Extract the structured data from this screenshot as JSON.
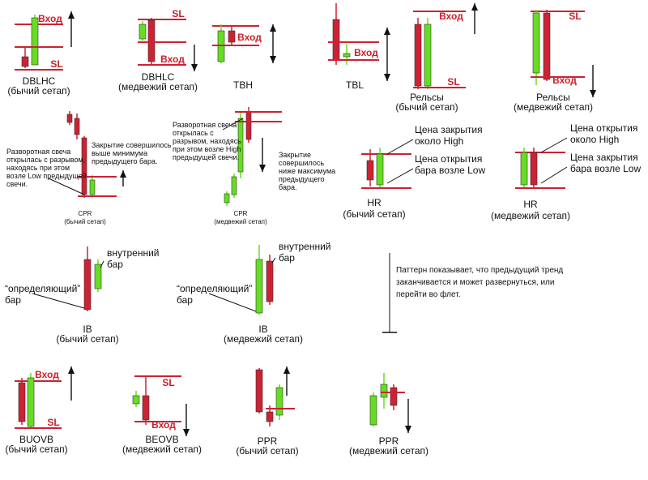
{
  "colors": {
    "bull": "#66dd22",
    "bear": "#cc2233",
    "line": "#cc2233",
    "text": "#111111"
  },
  "labels": {
    "vhod": "Вход",
    "sl": "SL",
    "dblhc_name": "DBLHC",
    "dblhc_setup": "(бычий сетап)",
    "dbhlc_name": "DBHLC",
    "dbhlc_setup": "(медвежий сетап)",
    "tbh_name": "TBH",
    "tbl_name": "TBL",
    "rails_bull_name": "Рельсы",
    "rails_bull_setup": "(бычий сетап)",
    "rails_bear_name": "Рельсы",
    "rails_bear_setup": "(медвежий сетап)",
    "cpr_bull_name": "CPR",
    "cpr_bull_setup": "(бычий сетап)",
    "cpr_bull_note1": [
      "Разворотная свеча",
      "открылась с разрывом,",
      "находясь при этом",
      "возле Low предыдущей",
      "свечи."
    ],
    "cpr_bull_note2": [
      "Закрытие совершилось",
      "выше минимума",
      "предыдущего бара."
    ],
    "cpr_bear_name": "CPR",
    "cpr_bear_setup": "(медвежий сетап)",
    "cpr_bear_note1": [
      "Разворотная свеча",
      "открылась с",
      "разрывом, находясь",
      "при этом возле High",
      "предыдущей свечи."
    ],
    "cpr_bear_note2": [
      "Закрытие",
      "совершилось",
      "ниже максимума",
      "предыдущего",
      "бара."
    ],
    "hr_bull_name": "HR",
    "hr_bull_setup": "(бычий сетап)",
    "hr_bull_note1": [
      "Цена закрытия",
      "около High"
    ],
    "hr_bull_note2": [
      "Цена открытия",
      "бара возле Low"
    ],
    "hr_bear_name": "HR",
    "hr_bear_setup": "(медвежий сетап)",
    "hr_bear_note1": [
      "Цена открытия",
      "около High"
    ],
    "hr_bear_note2": [
      "Цена закрытия",
      "бара возле Low"
    ],
    "ib_bull_name": "IB",
    "ib_bull_setup": "(бычий сетап)",
    "ib_bear_name": "IB",
    "ib_bear_setup": "(медвежий сетап)",
    "inner_bar": [
      "внутренний",
      "бар"
    ],
    "defining_bar": [
      "“определяющий”",
      "бар"
    ],
    "pattern_note": [
      "Паттерн показывает, что предыдущий тренд",
      "заканчивается и может развернуться, или",
      "перейти во флет."
    ],
    "buovb_name": "BUOVB",
    "buovb_setup": "(бычий сетап)",
    "beovb_name": "BEOVB",
    "beovb_setup": "(медвежий сетап)",
    "ppr_bull_name": "PPR",
    "ppr_bull_setup": "(бычий сетап)",
    "ppr_bear_name": "PPR",
    "ppr_bear_setup": "(медвежий сетап)"
  }
}
